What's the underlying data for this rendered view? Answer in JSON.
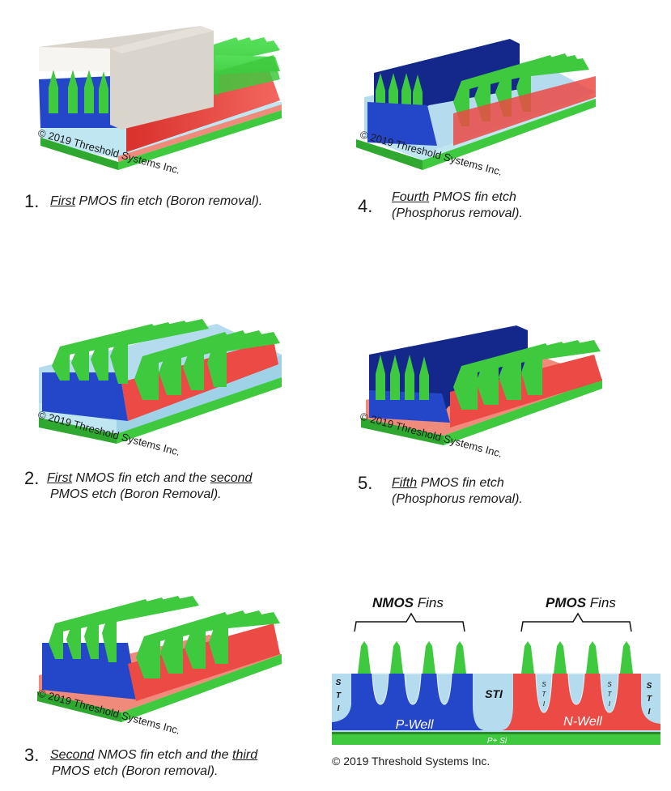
{
  "copyright": "© 2019 Threshold Systems Inc.",
  "steps": [
    {
      "num": "1.",
      "lines": [
        [
          {
            "t": "First",
            "u": true
          },
          {
            "t": " PMOS fin etch (Boron removal).",
            "u": false
          }
        ]
      ]
    },
    {
      "num": "2.",
      "lines": [
        [
          {
            "t": "First",
            "u": true
          },
          {
            "t": " NMOS fin etch and the ",
            "u": false
          },
          {
            "t": "second",
            "u": true
          }
        ],
        [
          {
            "t": "PMOS etch (Boron Removal).",
            "u": false
          }
        ]
      ]
    },
    {
      "num": "3.",
      "lines": [
        [
          {
            "t": "Second",
            "u": true
          },
          {
            "t": " NMOS fin etch and the ",
            "u": false
          },
          {
            "t": "third",
            "u": true
          }
        ],
        [
          {
            "t": "PMOS etch (Boron removal).",
            "u": false
          }
        ]
      ]
    },
    {
      "num": "4.",
      "lines": [
        [
          {
            "t": "Fourth",
            "u": true
          },
          {
            "t": " PMOS fin etch",
            "u": false
          }
        ],
        [
          {
            "t": "(Phosphorus removal).",
            "u": false
          }
        ]
      ]
    },
    {
      "num": "5.",
      "lines": [
        [
          {
            "t": "Fifth",
            "u": true
          },
          {
            "t": " PMOS fin etch",
            "u": false
          }
        ],
        [
          {
            "t": "(Phosphorus removal).",
            "u": false
          }
        ]
      ]
    }
  ],
  "cross_section": {
    "nmos_bold": "NMOS",
    "nmos_rest": " Fins",
    "pmos_bold": "PMOS",
    "pmos_rest": " Fins",
    "sti": "STI",
    "sti_letters": [
      "S",
      "T",
      "I"
    ],
    "p_well": "P-Well",
    "n_well": "N-Well",
    "substrate": "P+ Si",
    "copyright": "©  2019 Threshold Systems Inc."
  },
  "colors": {
    "fin_green": "#3ec93e",
    "nwell_red": "#ec4a44",
    "pwell_blue": "#2447c9",
    "sti_lightblue": "#b4dcee",
    "mask_grey": "#d9d4cc",
    "resist_navy": "#14288c"
  }
}
